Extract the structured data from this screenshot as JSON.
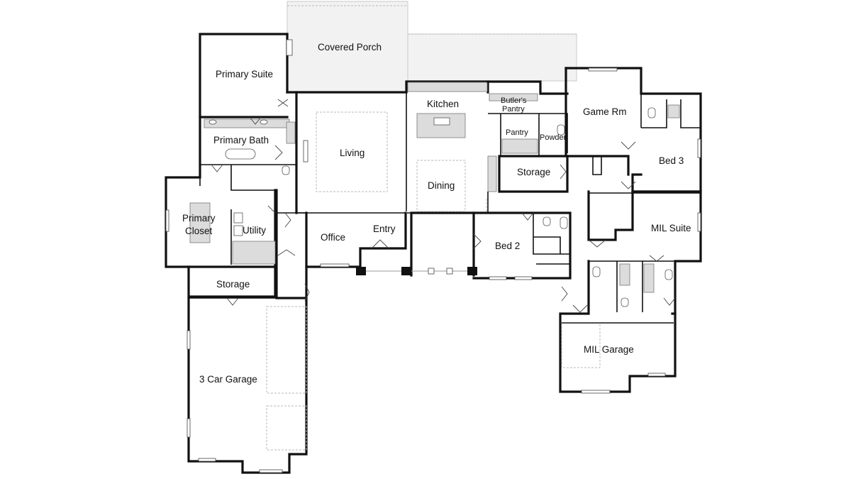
{
  "rooms": {
    "covered_porch": "Covered Porch",
    "primary_suite": "Primary Suite",
    "primary_bath": "Primary Bath",
    "primary_closet_line1": "Primary",
    "primary_closet_line2": "Closet",
    "utility": "Utility",
    "storage_left": "Storage",
    "three_car_garage": "3 Car Garage",
    "living": "Living",
    "office": "Office",
    "entry": "Entry",
    "kitchen": "Kitchen",
    "dining": "Dining",
    "butlers_pantry_line1": "Butler's",
    "butlers_pantry_line2": "Pantry",
    "pantry": "Pantry",
    "powder": "Powder",
    "storage_center": "Storage",
    "game_rm": "Game Rm",
    "bed_3": "Bed 3",
    "bed_2": "Bed 2",
    "mil_suite": "MIL Suite",
    "mil_garage": "MIL Garage"
  }
}
